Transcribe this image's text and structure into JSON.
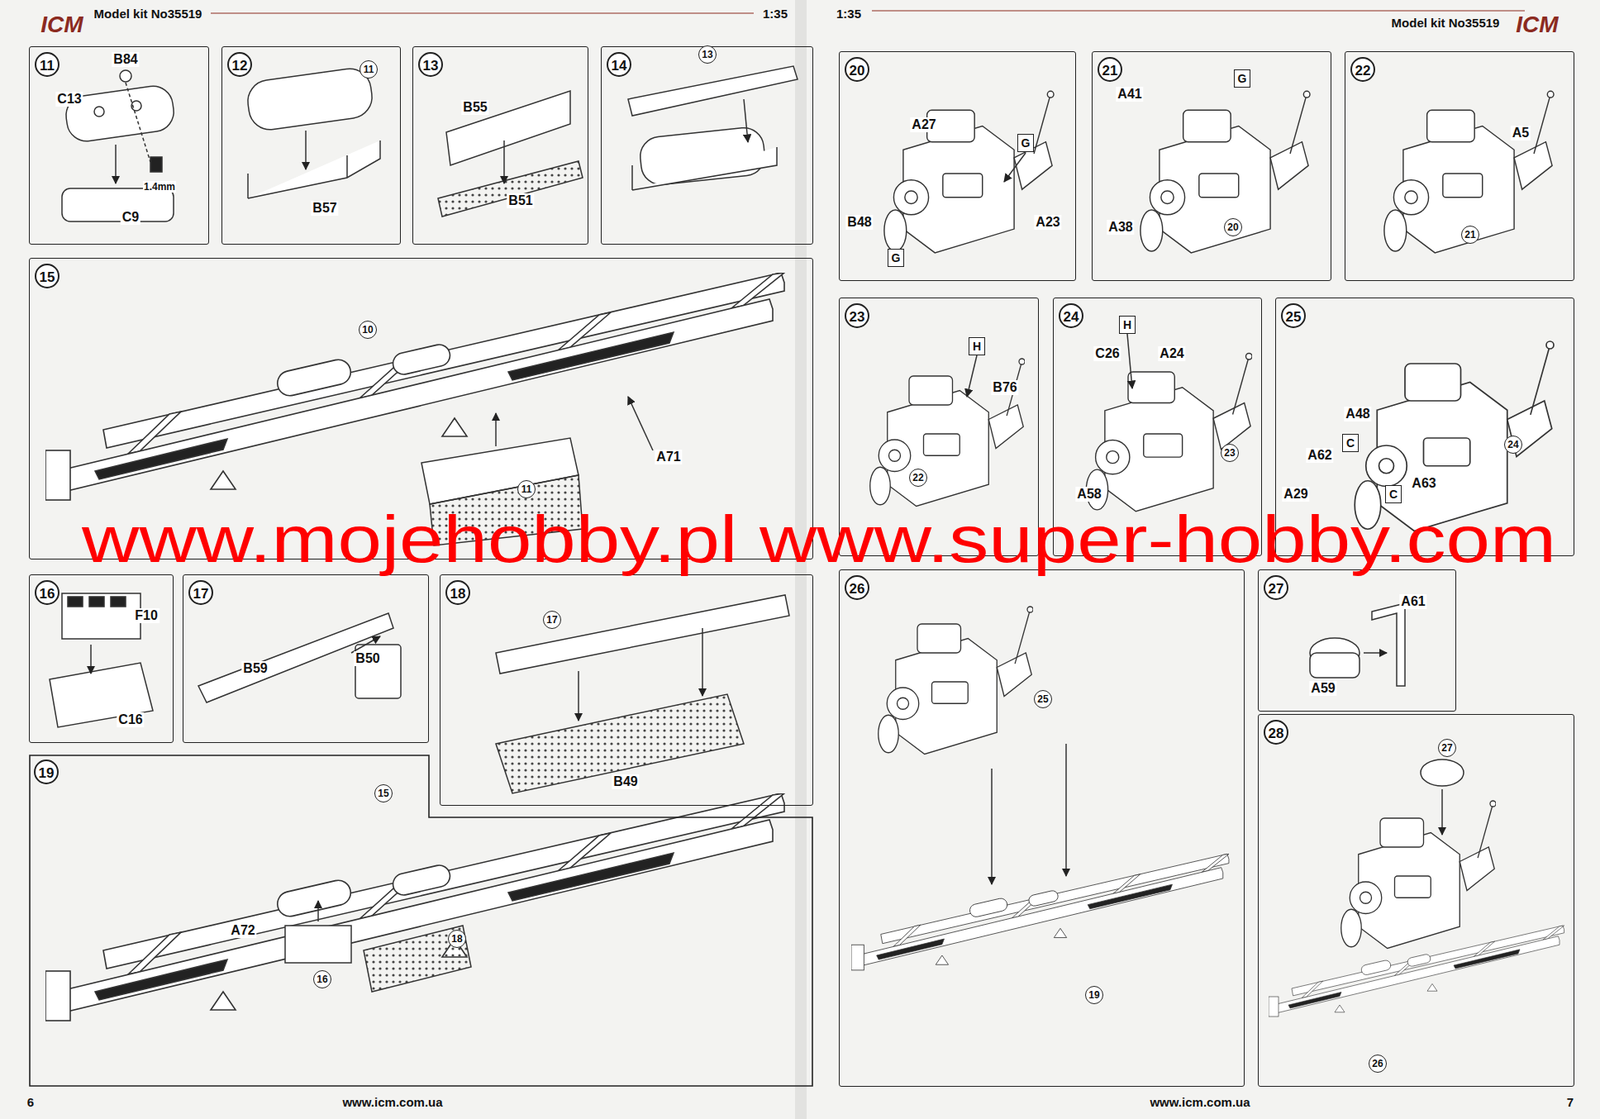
{
  "diagram": {
    "nodes": [
      {
        "text": [
          "11"
        ]
      },
      {
        "text": [
          "12"
        ]
      },
      {
        "text": [
          "13"
        ]
      },
      {
        "text": [
          "14"
        ]
      },
      {
        "text": [
          "15"
        ]
      },
      {
        "text": [
          "16"
        ]
      },
      {
        "text": [
          "17"
        ]
      },
      {
        "text": [
          "18"
        ]
      },
      {
        "text": [
          "19"
        ]
      },
      {
        "text": [
          "20"
        ]
      },
      {
        "text": [
          "21"
        ]
      },
      {
        "text": [
          "22"
        ]
      },
      {
        "text": [
          "23"
        ]
      },
      {
        "text": [
          "24"
        ]
      },
      {
        "text": [
          "25"
        ]
      },
      {
        "text": [
          "26"
        ]
      },
      {
        "text": [
          "27"
        ]
      },
      {
        "text": [
          "28"
        ]
      }
    ],
    "labels": [
      "ICM",
      "Model kit No35519",
      "1:35",
      "1:35",
      "Model kit No35519",
      "ICM",
      "B84",
      "C13",
      "1.4mm",
      "C9",
      "11",
      "B57",
      "B55",
      "B51",
      "13",
      "10",
      "A71",
      "11",
      "F10",
      "C16",
      "B59",
      "B50",
      "17",
      "B49",
      "15",
      "A72",
      "16",
      "18",
      "A27",
      "G",
      "B48",
      "G",
      "A23",
      "G",
      "A41",
      "A38",
      "20",
      "A5",
      "21",
      "H",
      "B76",
      "22",
      "H",
      "C26",
      "A24",
      "23",
      "A58",
      "A48",
      "C",
      "A62",
      "24",
      "A63",
      "A29",
      "C",
      "25",
      "19",
      "A61",
      "A59",
      "27",
      "26",
      "www.mojehobby.pl www.super-hobby.com",
      "6",
      "www.icm.com.ua",
      "www.icm.com.ua",
      "7"
    ]
  }
}
